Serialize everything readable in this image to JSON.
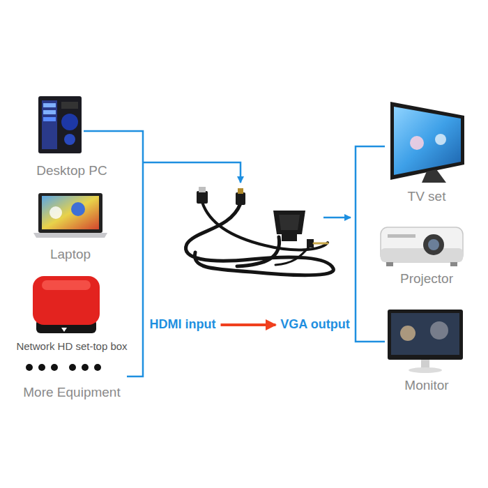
{
  "diagram": {
    "nodes": [
      {
        "text": [
          "Desktop PC"
        ]
      },
      {
        "text": [
          "Laptop"
        ]
      },
      {
        "text": [
          "Network HD set-top box"
        ]
      },
      {
        "text": [
          "More Equipment"
        ]
      },
      {
        "text": [
          "HDMI input"
        ]
      },
      {
        "text": [
          "VGA output"
        ]
      },
      {
        "text": [
          "TV set"
        ]
      },
      {
        "text": [
          "Projector"
        ]
      },
      {
        "text": [
          "Monitor"
        ]
      }
    ],
    "edges": [
      {
        "from": 4,
        "to": 5,
        "arrow": "to"
      }
    ]
  }
}
